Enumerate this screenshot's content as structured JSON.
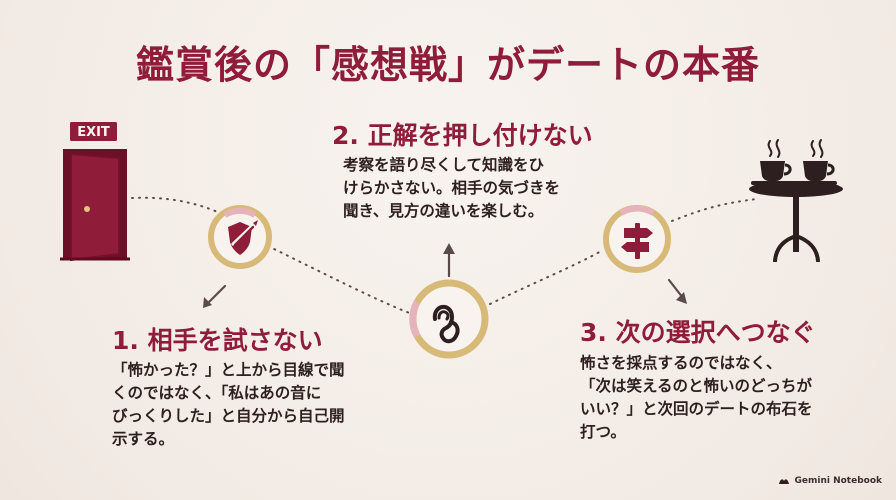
{
  "title": "鑑賞後の「感想戦」がデートの本番",
  "exit_sign": "EXIT",
  "steps": [
    {
      "title": "1. 相手を試さない",
      "lines": [
        "「怖かった？」と上から目線で聞",
        "くのではなく、「私はあの音に",
        "びっくりした」と自分から自己開",
        "示する。"
      ]
    },
    {
      "title": "2. 正解を押し付けない",
      "lines": [
        "考察を語り尽くして知識をひ",
        "けらかさない。相手の気づきを",
        "聞き、見方の違いを楽しむ。"
      ]
    },
    {
      "title": "3. 次の選択へつなぐ",
      "lines": [
        "怖さを採点するのではなく、",
        "「次は笑えるのと怖いのどっちが",
        "いい？」と次回のデートの布石を",
        "打つ。"
      ]
    }
  ],
  "footer": {
    "logo": "Gemini Notebook"
  },
  "colors": {
    "accent": "#8f1c39",
    "gold": "#d8ba78",
    "pink": "#e7b3ba",
    "background": "#f6f0eb",
    "dark": "#2d1f1f"
  },
  "icons": {
    "exit": "exit-door-icon",
    "step1": "shield-arrow-icon",
    "step2": "ear-icon",
    "step3": "signpost-icon",
    "cafe": "cafe-table-icon"
  }
}
